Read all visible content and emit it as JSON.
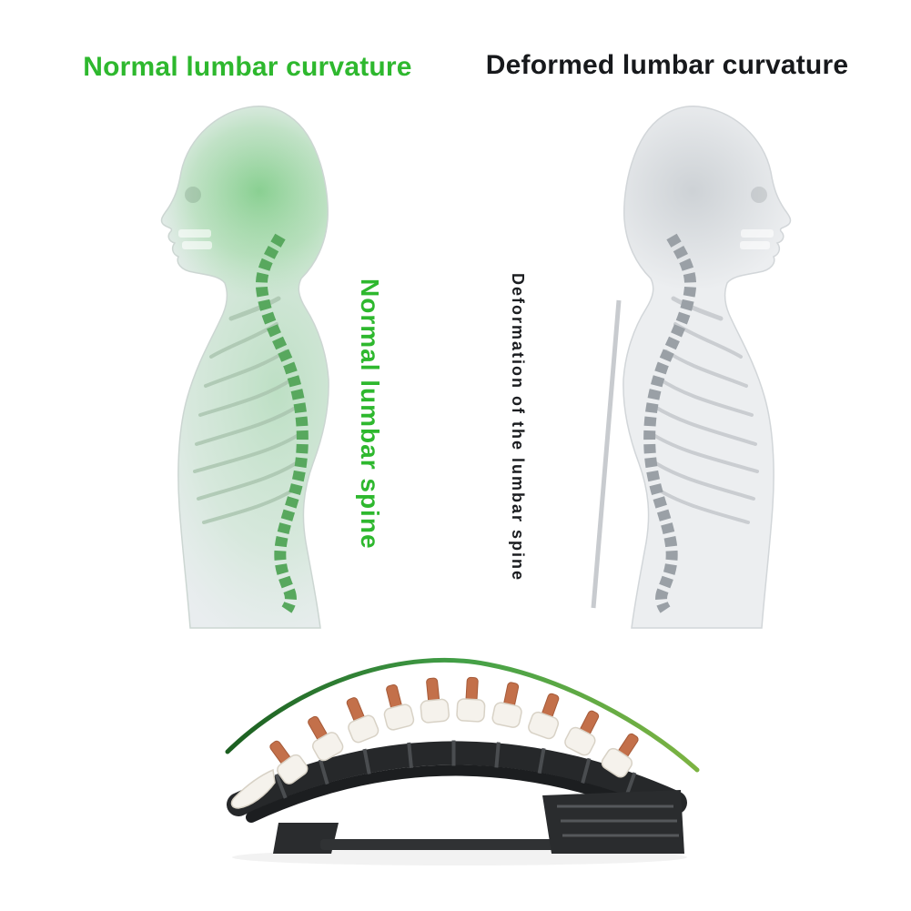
{
  "titles": {
    "normal": "Normal lumbar curvature",
    "deformed": "Deformed lumbar curvature"
  },
  "labels": {
    "normal_spine_vertical": "Normal lumbar spine",
    "deformed_spine_vertical": "Deformation of the lumbar spine"
  },
  "colors": {
    "accent_green": "#2eb82e",
    "title_dark": "#17191c",
    "figure_green_tint": "#76c97f",
    "figure_gray_tint": "#b9bfc4",
    "spine_green": "#58a85e",
    "spine_gray": "#9aa0a6",
    "device_black": "#26282a",
    "disc_orange": "#c3704a",
    "arc_green_dark": "#1b5e20",
    "arc_green_light": "#7cb342"
  },
  "illustrations": {
    "left_figure": "normal-spine-profile-illustration",
    "right_figure": "deformed-spine-profile-illustration",
    "bottom_object": "lumbar-stretcher-device-with-spine-model"
  }
}
